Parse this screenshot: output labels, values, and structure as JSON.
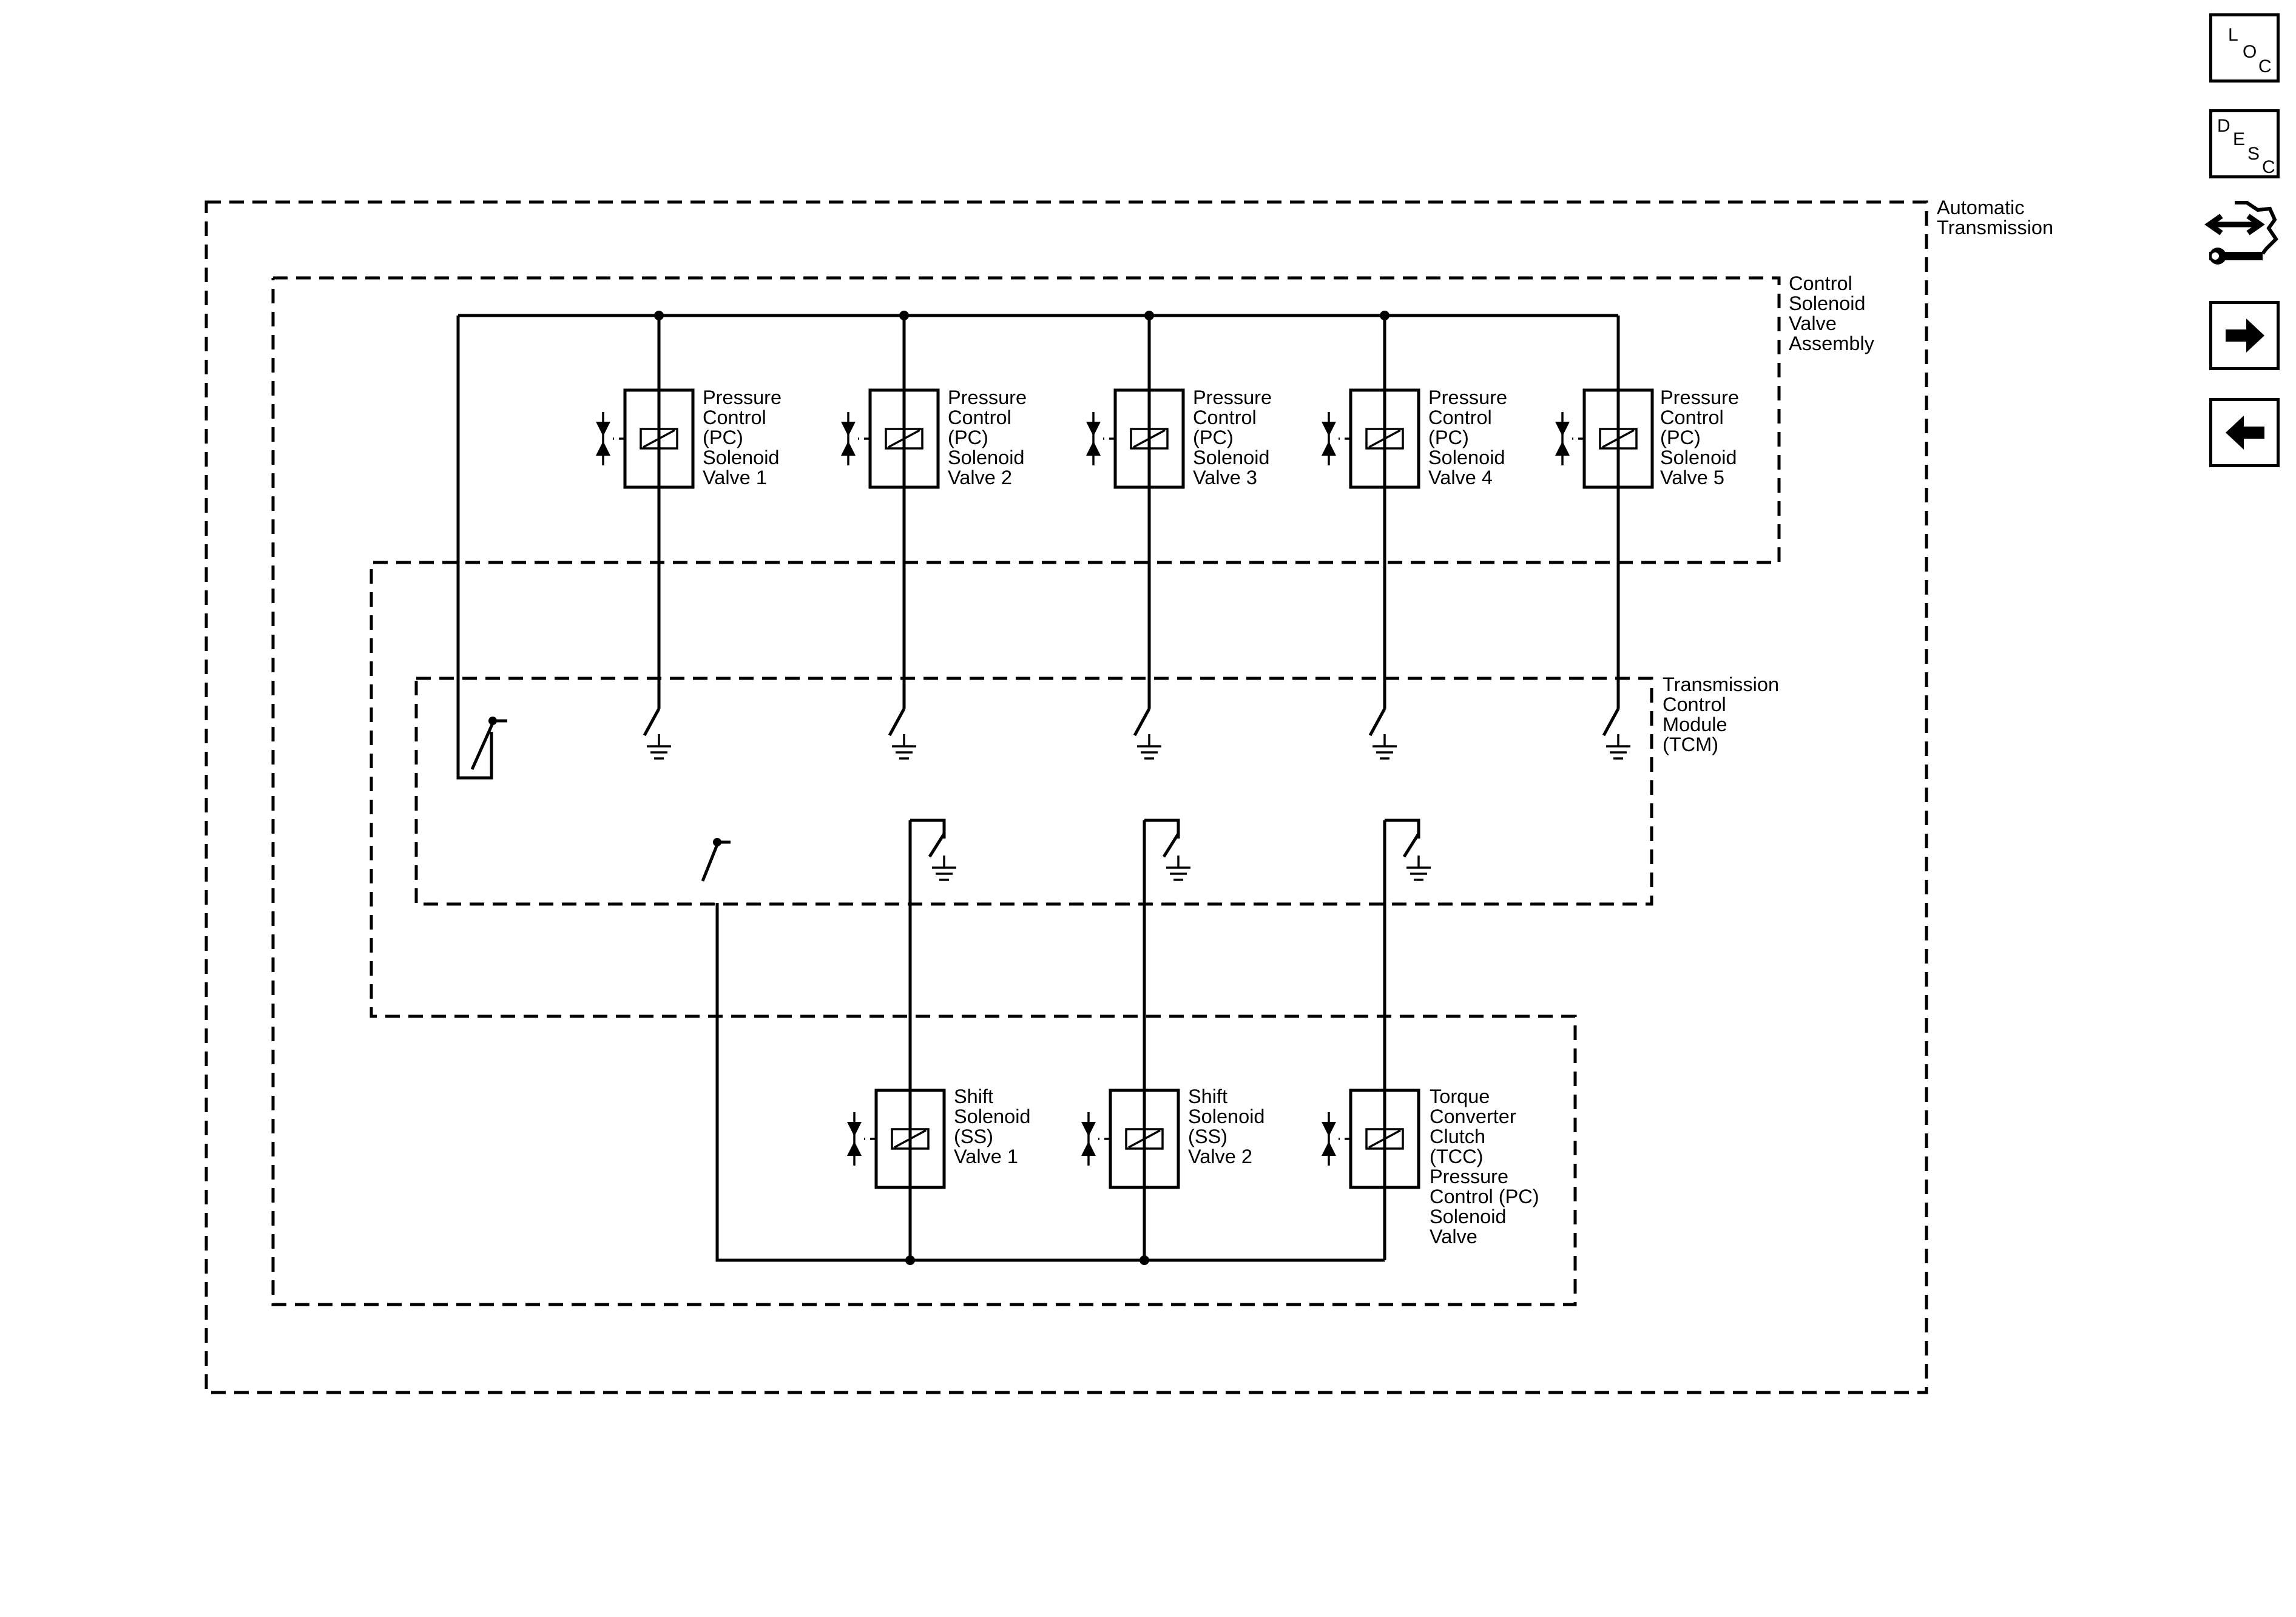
{
  "nav": {
    "loc": [
      "L",
      "O",
      "C"
    ],
    "desc": [
      "D",
      "E",
      "S",
      "C"
    ]
  },
  "labels": {
    "automatic_transmission": [
      "Automatic",
      "Transmission"
    ],
    "control_solenoid_valve_assembly": [
      "Control",
      "Solenoid",
      "Valve",
      "Assembly"
    ],
    "tcm": [
      "Transmission",
      "Control",
      "Module",
      "(TCM)"
    ],
    "pc_valves": [
      [
        "Pressure",
        "Control",
        "(PC)",
        "Solenoid",
        "Valve 1"
      ],
      [
        "Pressure",
        "Control",
        "(PC)",
        "Solenoid",
        "Valve 2"
      ],
      [
        "Pressure",
        "Control",
        "(PC)",
        "Solenoid",
        "Valve 3"
      ],
      [
        "Pressure",
        "Control",
        "(PC)",
        "Solenoid",
        "Valve 4"
      ],
      [
        "Pressure",
        "Control",
        "(PC)",
        "Solenoid",
        "Valve 5"
      ]
    ],
    "ss_valves": [
      [
        "Shift",
        "Solenoid",
        "(SS)",
        "Valve 1"
      ],
      [
        "Shift",
        "Solenoid",
        "(SS)",
        "Valve 2"
      ]
    ],
    "tcc_valve": [
      "Torque",
      "Converter",
      "Clutch",
      "(TCC)",
      "Pressure",
      "Control (PC)",
      "Solenoid",
      "Valve"
    ]
  },
  "icons": {
    "loc": "loc-icon",
    "desc": "desc-icon",
    "connector_repair": "connector-repair-icon",
    "next": "arrow-right-icon",
    "previous": "arrow-left-icon"
  }
}
